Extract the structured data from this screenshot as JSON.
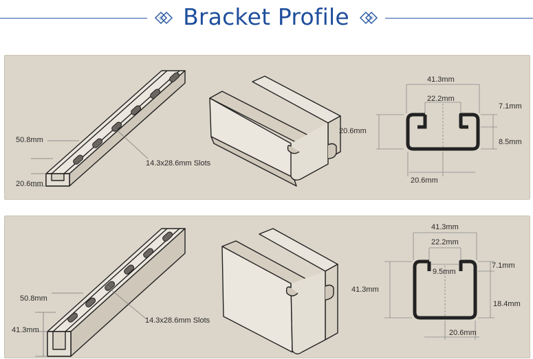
{
  "header": {
    "title": "Bracket Profile"
  },
  "profiles": [
    {
      "id": "shallow",
      "iso": {
        "height": "50.8mm",
        "depth": "20.6mm",
        "slots": "14.3x28.6mm Slots"
      },
      "section": {
        "width": "41.3mm",
        "opening": "22.2mm",
        "lip": "7.1mm",
        "height": "20.6mm",
        "side": "8.5mm",
        "bottom": "20.6mm"
      }
    },
    {
      "id": "deep",
      "iso": {
        "height": "50.8mm",
        "depth": "41.3mm",
        "slots": "14.3x28.6mm Slots"
      },
      "section": {
        "width": "41.3mm",
        "opening": "22.2mm",
        "inner": "9.5mm",
        "lip": "7.1mm",
        "height": "41.3mm",
        "side": "18.4mm",
        "bottom": "20.6mm"
      }
    }
  ],
  "colors": {
    "title": "#1f4f9c",
    "rule": "#2b5aa3",
    "panel": "#dcd6ca",
    "metal_light": "#e9e5dc",
    "metal_shade": "#cfc8ba",
    "outline": "#222222"
  }
}
